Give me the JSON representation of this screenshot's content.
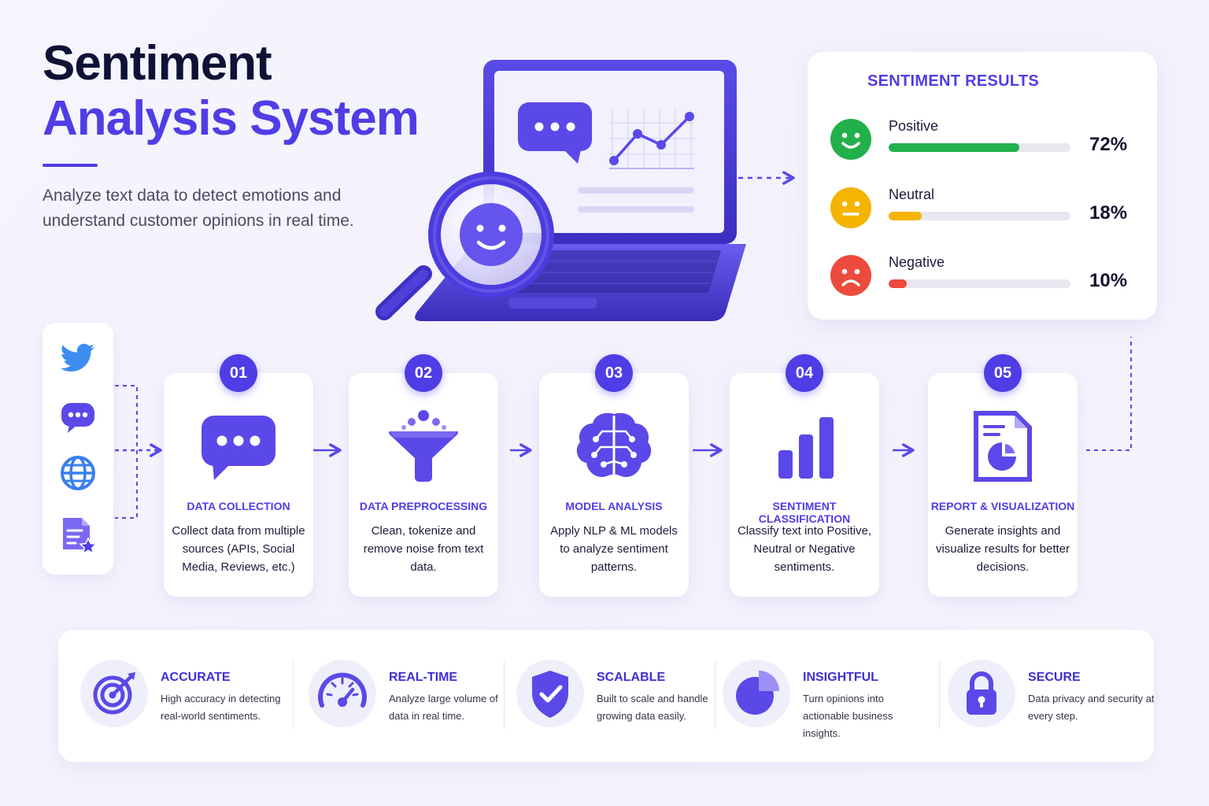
{
  "header": {
    "title_line1": "Sentiment",
    "title_line2": "Analysis System",
    "subtitle": "Analyze text data to detect emotions and understand customer opinions in real time."
  },
  "colors": {
    "accent": "#4f3de6",
    "navy": "#0f1236",
    "positive": "#22b04a",
    "neutral": "#f4b400",
    "negative": "#ec4a3c"
  },
  "results": {
    "title": "SENTIMENT RESULTS",
    "items": [
      {
        "label": "Positive",
        "percent": "72%",
        "value": 72,
        "color": "#22b04a",
        "icon": "happy-face-icon"
      },
      {
        "label": "Neutral",
        "percent": "18%",
        "value": 18,
        "color": "#f4b400",
        "icon": "neutral-face-icon"
      },
      {
        "label": "Negative",
        "percent": "10%",
        "value": 10,
        "color": "#ec4a3c",
        "icon": "sad-face-icon"
      }
    ]
  },
  "sources": [
    "twitter-icon",
    "chat-bubble-icon",
    "globe-icon",
    "review-document-icon"
  ],
  "steps": [
    {
      "number": "01",
      "title": "DATA COLLECTION",
      "desc": "Collect data from multiple sources (APIs, Social Media, Reviews, etc.)",
      "icon": "chat-bubble-icon"
    },
    {
      "number": "02",
      "title": "DATA PREPROCESSING",
      "desc": "Clean, tokenize and remove noise from text data.",
      "icon": "funnel-icon"
    },
    {
      "number": "03",
      "title": "MODEL ANALYSIS",
      "desc": "Apply NLP & ML models to analyze sentiment patterns.",
      "icon": "brain-icon"
    },
    {
      "number": "04",
      "title": "SENTIMENT CLASSIFICATION",
      "desc": "Classify text into Positive, Neutral or Negative sentiments.",
      "icon": "bar-chart-icon"
    },
    {
      "number": "05",
      "title": "REPORT & VISUALIZATION",
      "desc": "Generate insights and visualize results for better decisions.",
      "icon": "report-icon"
    }
  ],
  "features": [
    {
      "title": "ACCURATE",
      "desc": "High accuracy in detecting real-world sentiments.",
      "icon": "target-icon"
    },
    {
      "title": "REAL-TIME",
      "desc": "Analyze large volume of data in real time.",
      "icon": "speedometer-icon"
    },
    {
      "title": "SCALABLE",
      "desc": "Built to scale and handle growing data easily.",
      "icon": "shield-check-icon"
    },
    {
      "title": "INSIGHTFUL",
      "desc": "Turn opinions into actionable business insights.",
      "icon": "pie-chart-icon"
    },
    {
      "title": "SECURE",
      "desc": "Data privacy and security at every step.",
      "icon": "lock-icon"
    }
  ]
}
